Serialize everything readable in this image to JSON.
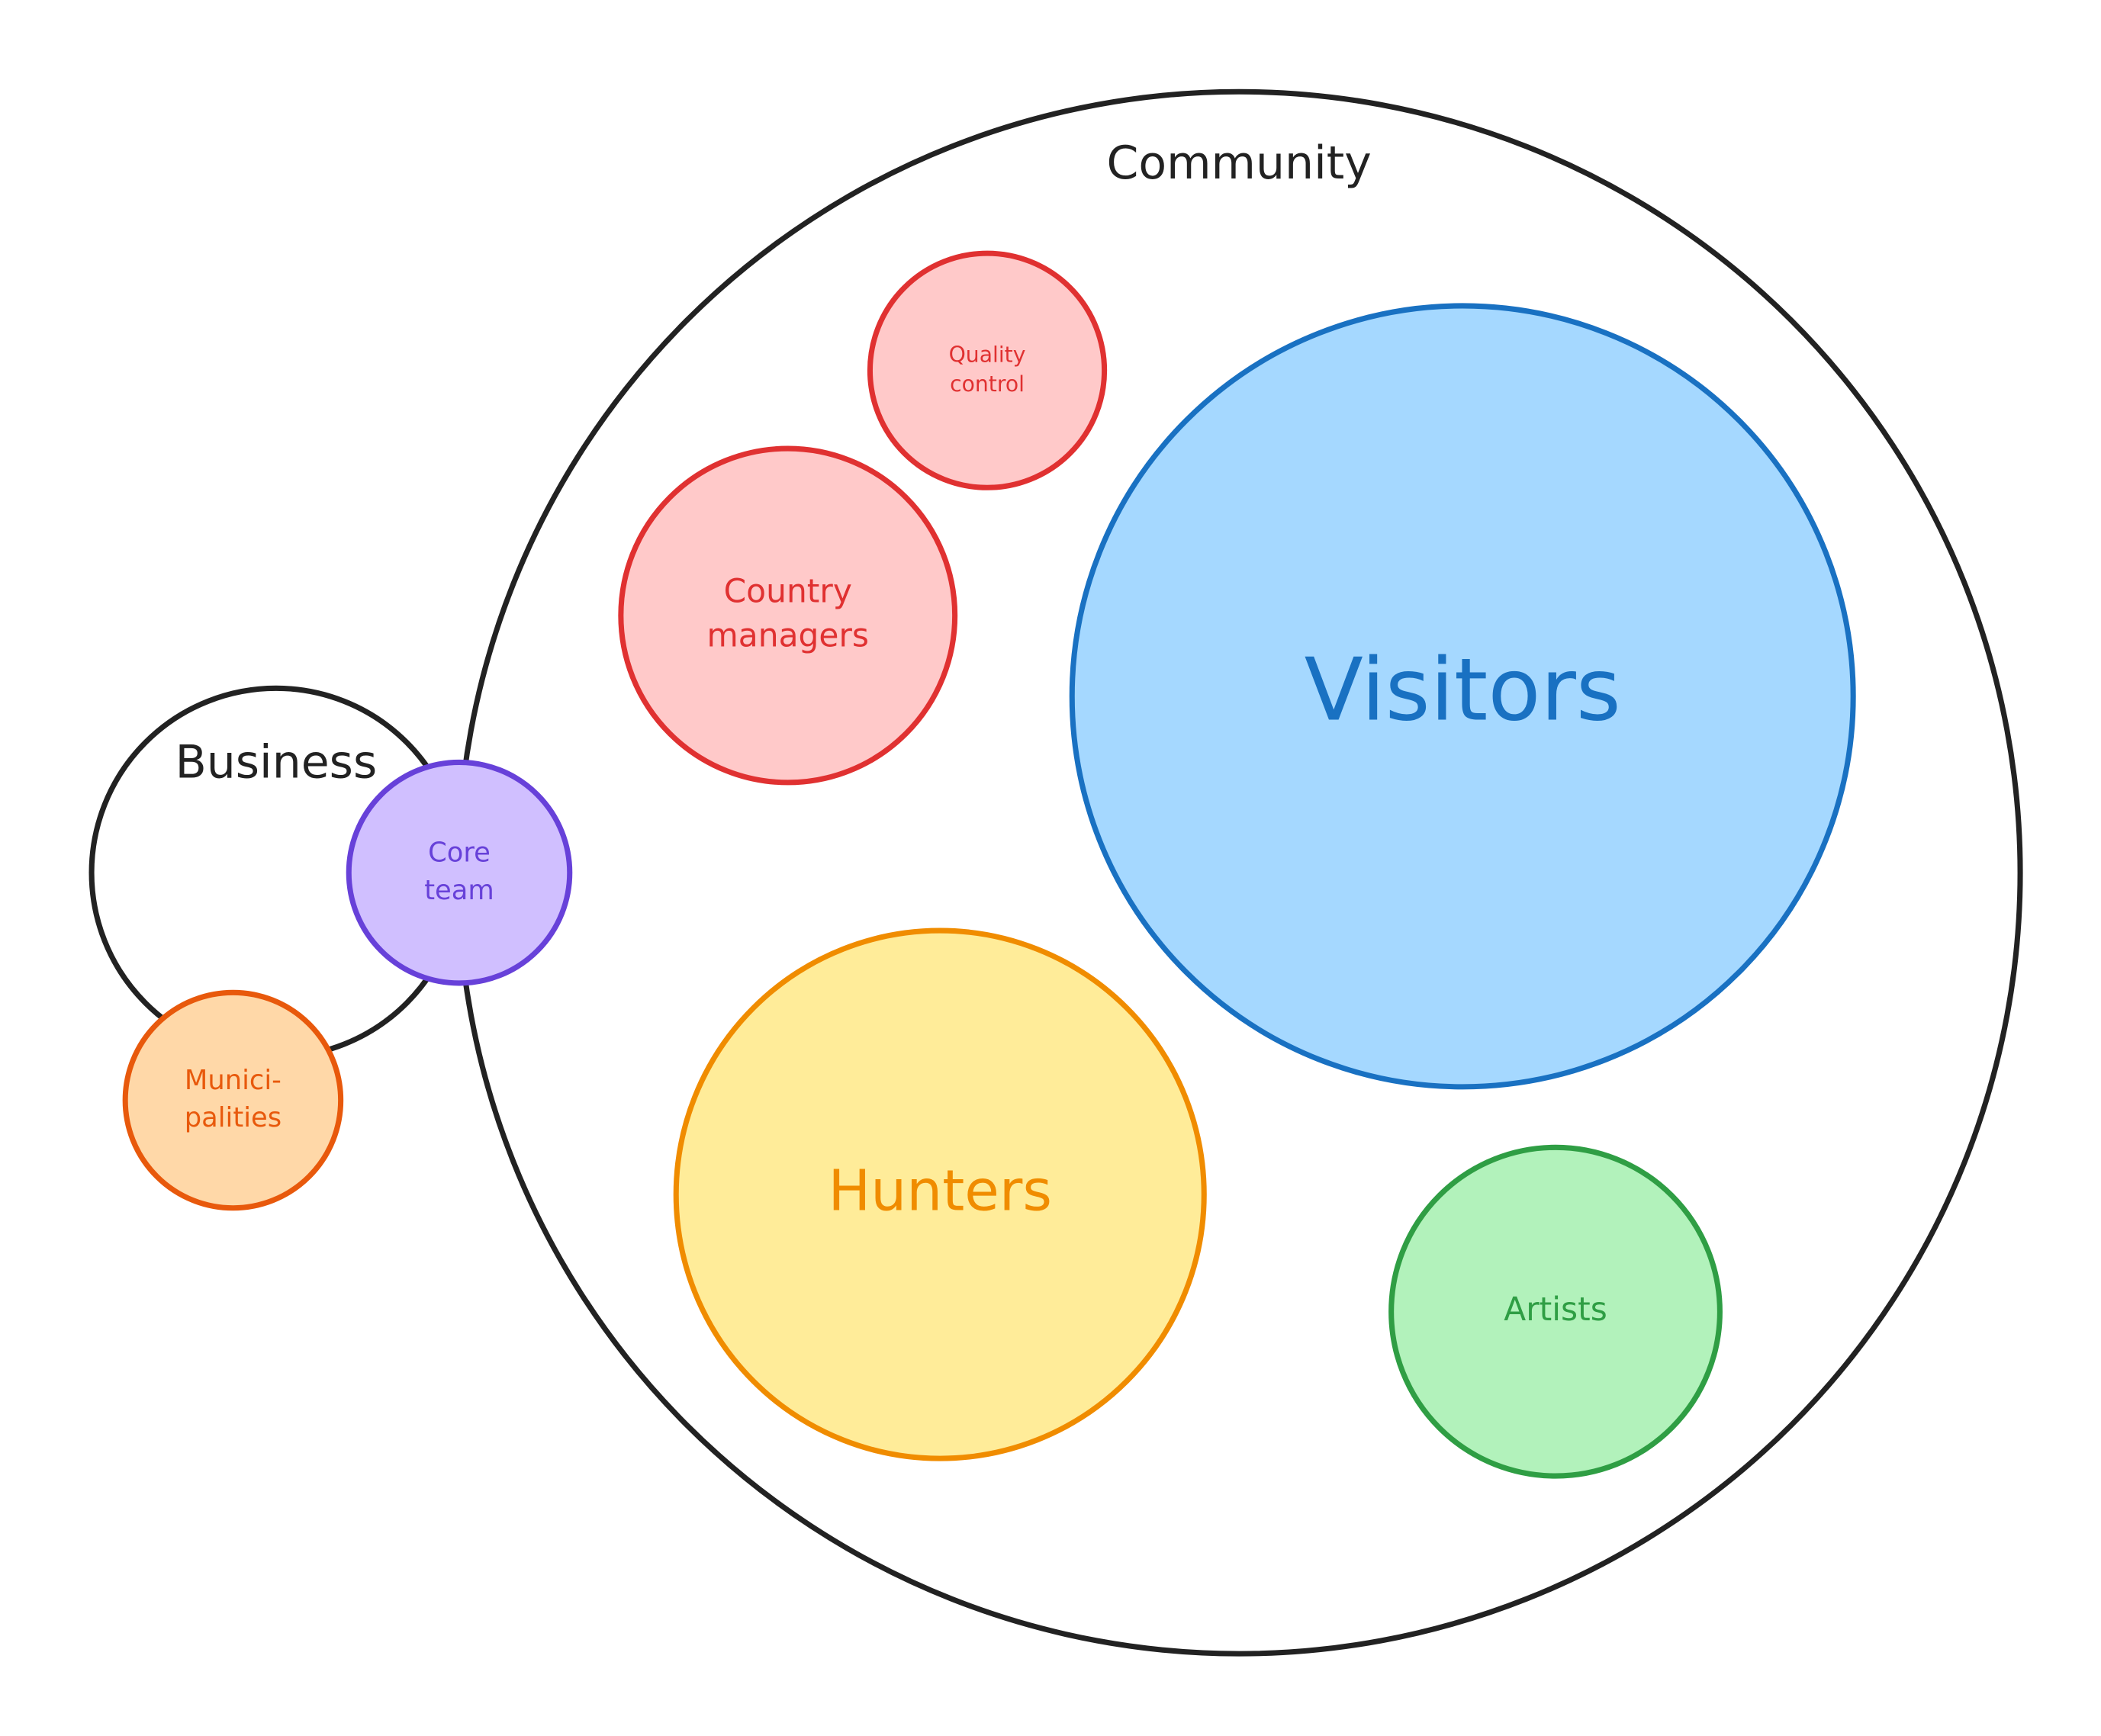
{
  "diagram": {
    "type": "nested-bubble-diagram",
    "groups": [
      {
        "id": "community",
        "label": "Community",
        "stroke": "#222222",
        "fill": "#ffffff",
        "text_color": "#222222"
      },
      {
        "id": "business",
        "label": "Business",
        "stroke": "#222222",
        "fill": "#ffffff",
        "text_color": "#222222"
      }
    ],
    "nodes": [
      {
        "id": "quality-control",
        "label_lines": [
          "Quality",
          "control"
        ],
        "parent": "community",
        "stroke": "#e03131",
        "fill": "#ffc9c9",
        "text_color": "#e03131"
      },
      {
        "id": "country-managers",
        "label_lines": [
          "Country",
          "managers"
        ],
        "parent": "community",
        "stroke": "#e03131",
        "fill": "#ffc9c9",
        "text_color": "#e03131"
      },
      {
        "id": "visitors",
        "label_lines": [
          "Visitors"
        ],
        "parent": "community",
        "stroke": "#1971c2",
        "fill": "#a5d8ff",
        "text_color": "#1971c2"
      },
      {
        "id": "hunters",
        "label_lines": [
          "Hunters"
        ],
        "parent": "community",
        "stroke": "#f08c00",
        "fill": "#ffec99",
        "text_color": "#f08c00"
      },
      {
        "id": "artists",
        "label_lines": [
          "Artists"
        ],
        "parent": "community",
        "stroke": "#2f9e44",
        "fill": "#b2f2bb",
        "text_color": "#2f9e44"
      },
      {
        "id": "core-team",
        "label_lines": [
          "Core",
          "team"
        ],
        "parent": "business",
        "stroke": "#6741d9",
        "fill": "#d0bfff",
        "text_color": "#6741d9"
      },
      {
        "id": "municipalities",
        "label_lines": [
          "Munici-",
          "palities"
        ],
        "parent": "business",
        "stroke": "#e8590c",
        "fill": "#ffd8a8",
        "text_color": "#e8590c"
      }
    ]
  }
}
